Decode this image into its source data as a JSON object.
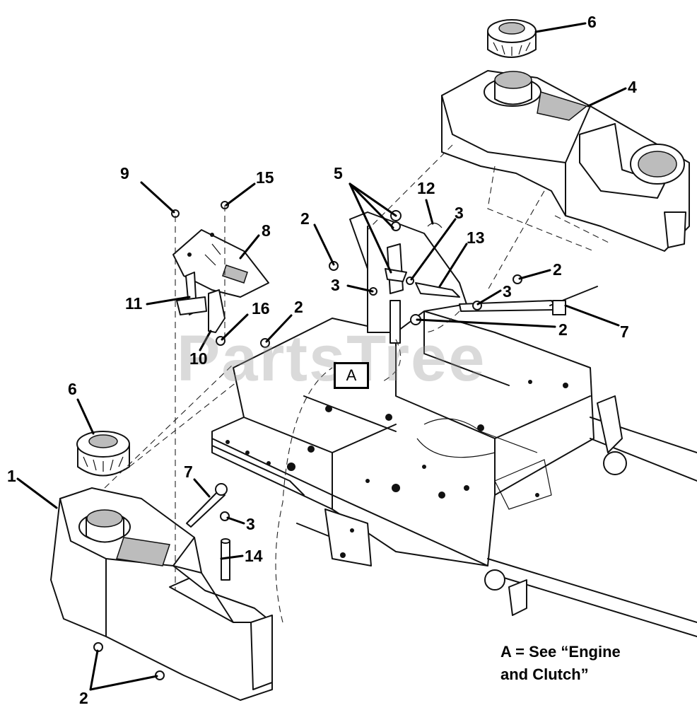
{
  "watermark": "PartsTree",
  "reference_box": "A",
  "note": {
    "line1": "A = See “Engine",
    "line2": "and Clutch”"
  },
  "callouts": {
    "c6_top": "6",
    "c4": "4",
    "c5": "5",
    "c12": "12",
    "c3_a": "3",
    "c13": "13",
    "c2_a": "2",
    "c3_b": "3",
    "c2_b": "2",
    "c3_c": "3",
    "c7_right": "7",
    "c2_c": "2",
    "c9": "9",
    "c15": "15",
    "c8": "8",
    "c11": "11",
    "c16": "16",
    "c2_d": "2",
    "c10": "10",
    "c6_left": "6",
    "c1": "1",
    "c7_left": "7",
    "c3_d": "3",
    "c14": "14",
    "c2_bottom": "2"
  }
}
